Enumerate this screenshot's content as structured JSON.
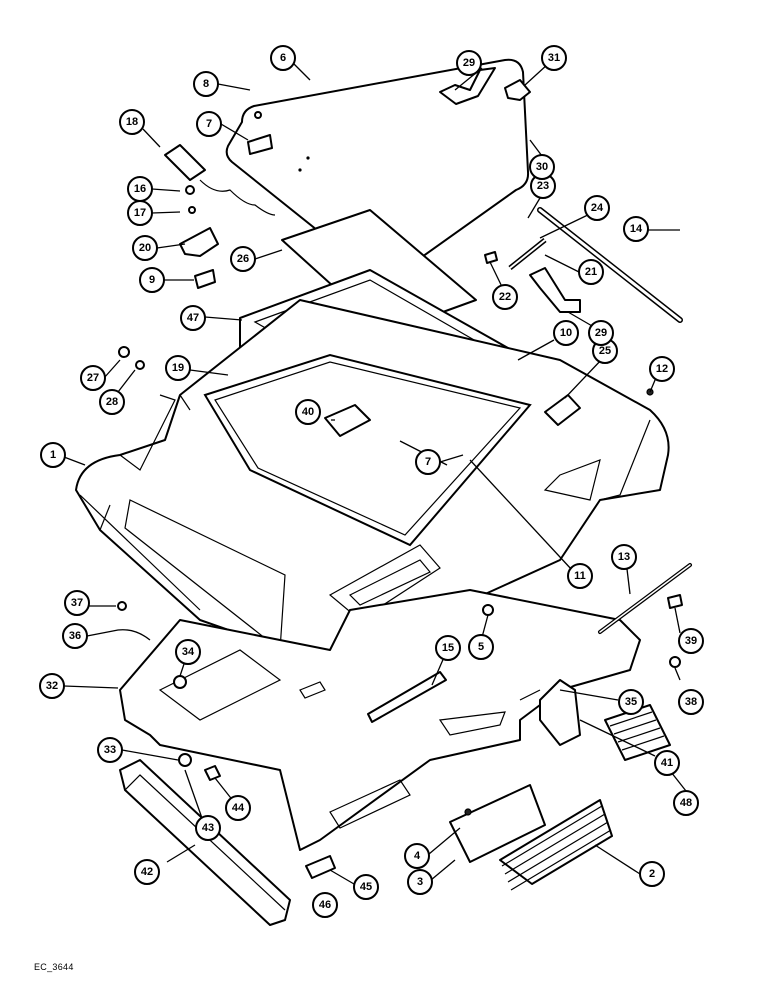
{
  "drawing_reference": "EC_3644",
  "callouts": [
    {
      "label": "1"
    },
    {
      "label": "2"
    },
    {
      "label": "3"
    },
    {
      "label": "4"
    },
    {
      "label": "5"
    },
    {
      "label": "6"
    },
    {
      "label": "7"
    },
    {
      "label": "7"
    },
    {
      "label": "8"
    },
    {
      "label": "9"
    },
    {
      "label": "10"
    },
    {
      "label": "11"
    },
    {
      "label": "12"
    },
    {
      "label": "13"
    },
    {
      "label": "14"
    },
    {
      "label": "15"
    },
    {
      "label": "16"
    },
    {
      "label": "17"
    },
    {
      "label": "18"
    },
    {
      "label": "19"
    },
    {
      "label": "20"
    },
    {
      "label": "21"
    },
    {
      "label": "22"
    },
    {
      "label": "23"
    },
    {
      "label": "24"
    },
    {
      "label": "25"
    },
    {
      "label": "26"
    },
    {
      "label": "27"
    },
    {
      "label": "28"
    },
    {
      "label": "29"
    },
    {
      "label": "29"
    },
    {
      "label": "30"
    },
    {
      "label": "31"
    },
    {
      "label": "32"
    },
    {
      "label": "33"
    },
    {
      "label": "34"
    },
    {
      "label": "35"
    },
    {
      "label": "36"
    },
    {
      "label": "37"
    },
    {
      "label": "38"
    },
    {
      "label": "39"
    },
    {
      "label": "40"
    },
    {
      "label": "41"
    },
    {
      "label": "42"
    },
    {
      "label": "43"
    },
    {
      "label": "44"
    },
    {
      "label": "45"
    },
    {
      "label": "46"
    },
    {
      "label": "47"
    },
    {
      "label": "48"
    }
  ]
}
